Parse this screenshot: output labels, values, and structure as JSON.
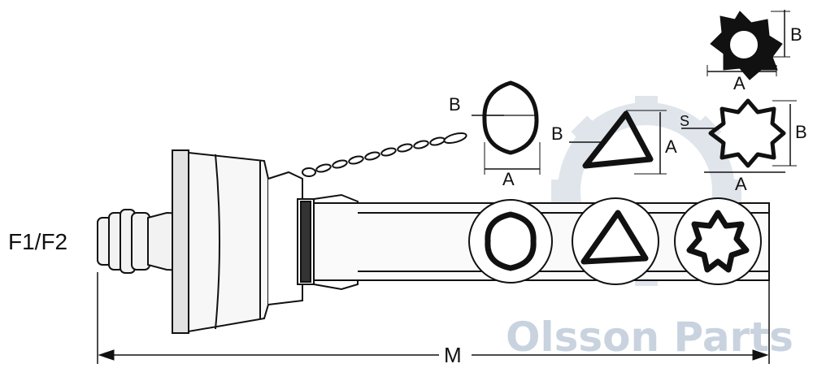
{
  "labels": {
    "f1f2": "F1/F2",
    "m": "M",
    "a": "A",
    "b": "B",
    "s": "S"
  },
  "watermark": {
    "text": "Olsson Parts",
    "color": "#c9d3df"
  },
  "colors": {
    "line": "#111111",
    "fill_light": "#f2f2f2",
    "fill_mid": "#e2e2e2",
    "watermark": "#c9d3df"
  },
  "icons": [
    "gear-watermark-icon"
  ]
}
